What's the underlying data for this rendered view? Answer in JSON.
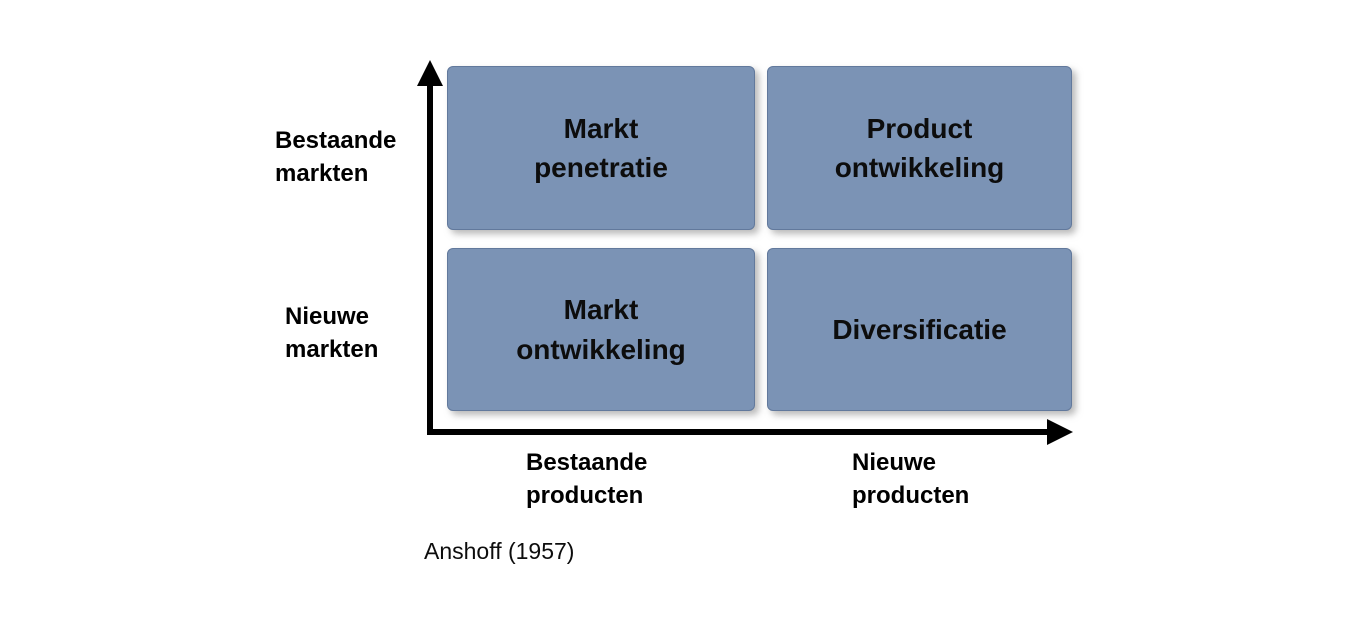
{
  "diagram": {
    "type": "2x2-matrix",
    "caption": "Anshoff (1957)",
    "quadrants": {
      "top_left": {
        "label": "Markt\npenetratie"
      },
      "top_right": {
        "label": "Product\nontwikkeling"
      },
      "bottom_left": {
        "label": "Markt\nontwikkeling"
      },
      "bottom_right": {
        "label": "Diversificatie"
      }
    },
    "y_axis": {
      "top_label": "Bestaande\nmarkten",
      "bottom_label": "Nieuwe\nmarkten"
    },
    "x_axis": {
      "left_label": "Bestaande\nproducten",
      "right_label": "Nieuwe\nproducten"
    },
    "colors": {
      "box_fill": "#7b93b5",
      "box_border": "#62799c",
      "axis": "#000000",
      "text": "#000000",
      "background": "#ffffff"
    }
  }
}
